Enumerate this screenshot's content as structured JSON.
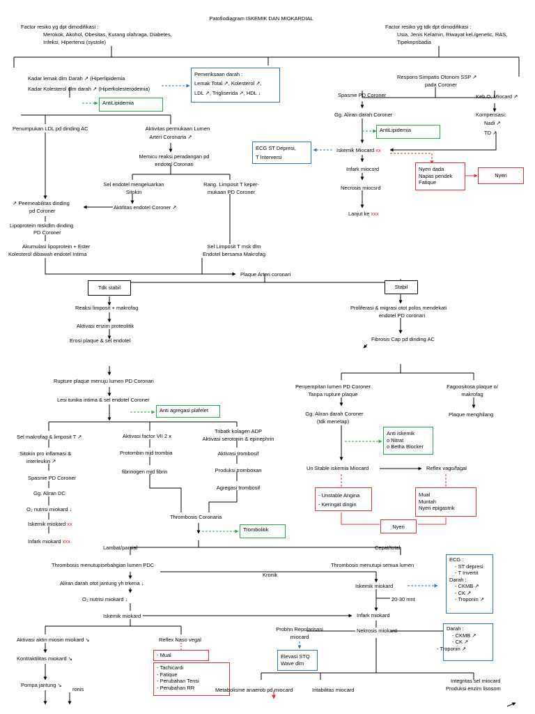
{
  "title": "Patofiodiagram ISKEMIK DAN MIOKARDIAL",
  "header_left": {
    "label": "Factor resiko yg dpt dimodifikasi :",
    "items_line1": "Merokok, Akohol, Obesitas, Kurang olahraga, Diabetes,",
    "items_line2": "Infeksi, Hipertensi (systole)"
  },
  "header_right": {
    "label": "Factor resiko yg tdk dpt dimodifikasi :",
    "items_line1": "Usia, Jenis Kelamin, Riwayat kel./genetic, RAS,",
    "items_line2": "Tipekepribadia"
  },
  "left_column_top": {
    "kadar_lemak": "Kadar lemak dlm Darah ↗ (Hiperlipidemia",
    "kadar_kolesterol": "Kadar Kolesterol dlm darah ↗ (Hiperkolesterodemia)",
    "pemeriksaan_title": "Pemeriksaan darah :",
    "pemeriksaan_line1": "Lemak Total ↗, Kolesterol ↗,",
    "pemeriksaan_line2": "LDL ↗, Trigliserida ↗, HDL ↓",
    "antilipidemia": "AntiLipidemia",
    "penumpukan": "Penumpukan LDL pd dinding AC",
    "aktivitas_line1": "Aktivitas permukaan Lumen",
    "aktivitas_line2": "Arteri Coronaria ↗",
    "memicu_line1": "Memicu reaksi peradangan pd",
    "memicu_line2": "endotel Coronari",
    "sel_endotel_line1": "Sel endotel mengeluarkan",
    "sel_endotel_line2": "Sitokin",
    "rang_line1": "Rang. Limposit T keper-",
    "rang_line2": "mukaan PD Coroner",
    "aktifitas_endotel": "Aktifitas endotel Coroner ↗",
    "permeabilitas_line1": "↗ Peemeabilitas dinding",
    "permeabilitas_line2": "pd Coroner",
    "lipoprotein_line1": "Lipoprotein mskdlm dinding",
    "lipoprotein_line2": "PD Coroner",
    "akumulasi_line1": "Akumulasi lipoprotein + Ester",
    "akumulasi_line2": "Kolesterol dibawah endotel Intima",
    "sel_limposit_line1": "Sel Limposit T msk dlm",
    "sel_limposit_line2": "Endotel bersama Makrofag",
    "plaque": "Plaque Arteri coronari"
  },
  "right_column_top": {
    "respons_line1": "Respons Simpatis Otonom SSP ↗",
    "respons_line2": "pada Coroner",
    "spasme": "Spasme PD Coroner",
    "keb_o": "Keb.O, Miocard ↗",
    "gg_aliran": "Gg. Aliran darah Coroner",
    "kompensasi_line1": "Kompensasi:",
    "kompensasi_line2": "Nadi ↗",
    "kompensasi_line3": "TD ↗",
    "antilipidemia": "AntiLipidemia",
    "ecg_line1": "ECG ST Depresi,",
    "ecg_line2": "T Interversi",
    "iskemik": "Iskemik Miocard",
    "iskemik_mark": "xx",
    "infark": "Infark miocsrd",
    "nekrosis": "Necrosis miocsrd",
    "lanjut": "Lanjut ke",
    "lanjut_mark": "xxx",
    "nyeri_dada_line1": "Nyeri dada",
    "nyeri_dada_line2": "Napas pendek",
    "nyeri_dada_line3": "Fatique",
    "nyeri": "Nyeri"
  },
  "branch": {
    "tdk_stabil": "Tdk stabil",
    "stabil": "Stabil"
  },
  "left_middle": {
    "reaksi": "Reaksi limposit + makrofag",
    "aktivasi_enzim": "Aktivasi enzim proteolitik",
    "erosi": "Erosi plaque & sel endotel",
    "rupture": "Rupture plaque menuju lumen PD Coronari",
    "lesi": "Lesi tunika intima & sel endotel Coroner",
    "antiagregasi": "Anti agregasi plafelet",
    "sel_makrofag": "Sel makrofag & limposit T ↗",
    "sitokin_line1": "Sitokin pro inflamasi &",
    "sitokin_line2": "interleukin ↗",
    "spasme": "Spasme PD Coroner",
    "gg_aliran": "Gg. Aliran DC",
    "o2_nutrisi": "O₂ nutrisi miokard ↓",
    "iskemik": "Iskemik miokard",
    "iskemik_mark": "xx",
    "infark": "Infark miokard",
    "infark_mark": "xxx",
    "aktivasi_factor": "Aktivasi factor VII 2 x",
    "protombin": "Protombin mjd trombia",
    "fibrinogen": "fibrinogen mjd fibrin",
    "tribatk_line1": "Tribatk kolagen ADP",
    "tribatk_line2": "Aktivasi serotonin & epinephrin",
    "aktivasi_trombosif": "Aktivasi trombosif",
    "produksi": "Produksi tromboxan",
    "agregasi": "Agregasi trombosif",
    "thrombosis": "Thrombosis Coronaria",
    "trombolitik": "Trombolitik"
  },
  "right_middle": {
    "proliferasi_line1": "Proliferasi & migrasi otot polos mendekati",
    "proliferasi_line2": "endotel PD coronari",
    "fibrosis": "Fibrosis Cap pd dinding AC",
    "penyempitan_line1": "Penyempitan lumen PD Coroner",
    "penyempitan_line2": "Tanpa rupture plaque",
    "fagositosa_line1": "Fagoositosa plaque o/",
    "fagositosa_line2": "makrofag",
    "gg_aliran_line1": "Gg. Aliran darah Coroner",
    "gg_aliran_line2": "(tdk menetap)",
    "plaque_menghilang": "Plaque menghilang",
    "anti_iskemik_line1": "Anti iskemik",
    "anti_iskemik_line2": "o Nitrat",
    "anti_iskemik_line3": "o Betha Blocker",
    "unstable": "Un Stable iskemia Miocard",
    "reflex": "Reflex vago/fagal",
    "unstable_angina_1": "- Unstable Angina",
    "unstable_angina_2": "- Keringat dingin",
    "mual_line1": "Mual",
    "mual_line2": "Muntah",
    "mual_line3": "Nyeri epigastrik",
    "nyeri": "Nyeri"
  },
  "bottom": {
    "lambat": "Lambat/parsial",
    "cepat": "Cepat/total",
    "thrombosis_left": "Thrombosis menutupisebahgian lumen PDC",
    "thrombosis_right": "Thrombosis menutupi semua lumen",
    "kronik": "Kronik",
    "aliran_darah": "Aliran darah otot jantung yh trkena ↓",
    "o2_nutrisi": "O₂ nutrisi miokard ↓",
    "iskemik_left": "Iskemik miokard",
    "iskemik_right": "Iskemik miokard",
    "time": "20-30 mnt",
    "infark": "Infark miokard",
    "ecg_box_title": "ECG :",
    "ecg_box_1": "- ST depresi",
    "ecg_box_2": "- T Invertit",
    "darah_title": "Darah :",
    "darah_1": "- CKMB ↗",
    "darah_2": "- CK ↗",
    "darah_3": "- Troponin ↗",
    "aktivasi_aktin": "Aktivasi aktin miosin miokard ↘",
    "kontraktilitas": "Kontraktilitas miokard ↘",
    "pompa": "Pompa jantung ↘",
    "ronis": "ronis",
    "reflex_naso": "Reflex Naso vegal",
    "mual": "- Mual",
    "tachicardi": "- Tachicardi",
    "fatique": "- Fatique",
    "perubahan_tensi": "- Perubahan Tensi",
    "perubahan_rr": "- Perubahan RR",
    "probhn_line1": "Probhn Repolarisasi",
    "probhn_line2": "miocard",
    "elevasi_line1": "Elevasi STQ",
    "elevasi_line2": "Wave dlm",
    "nekrosis": "Nekrosis miokard",
    "darah2_title": "Darah :",
    "darah2_1": "- CKMB ↗",
    "darah2_2": "- CK ↗",
    "darah2_3": "- Troponin ↗",
    "metabolisme": "Metabolisme anaerob pd miocard",
    "iritabilitas": "Iritabilitas miocard",
    "integritas": "Integritas sel miocard",
    "produksi_enzim": "Produksi enzim lisosom"
  }
}
